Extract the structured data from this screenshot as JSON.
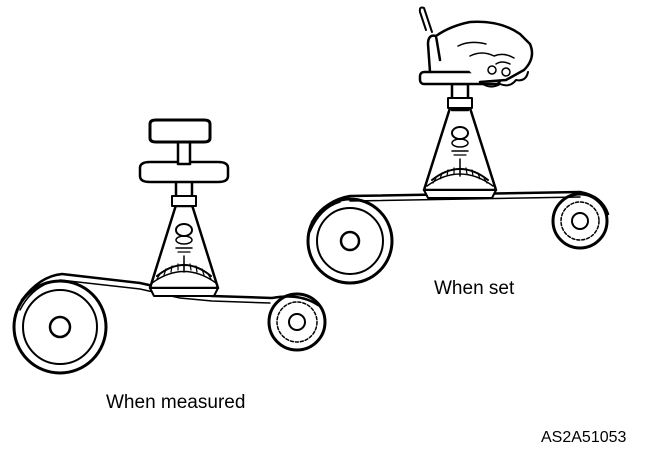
{
  "labels": {
    "when_measured": "When measured",
    "when_set": "When set",
    "figure_code": "AS2A51053"
  },
  "colors": {
    "ink": "#000000",
    "paper": "#ffffff"
  }
}
